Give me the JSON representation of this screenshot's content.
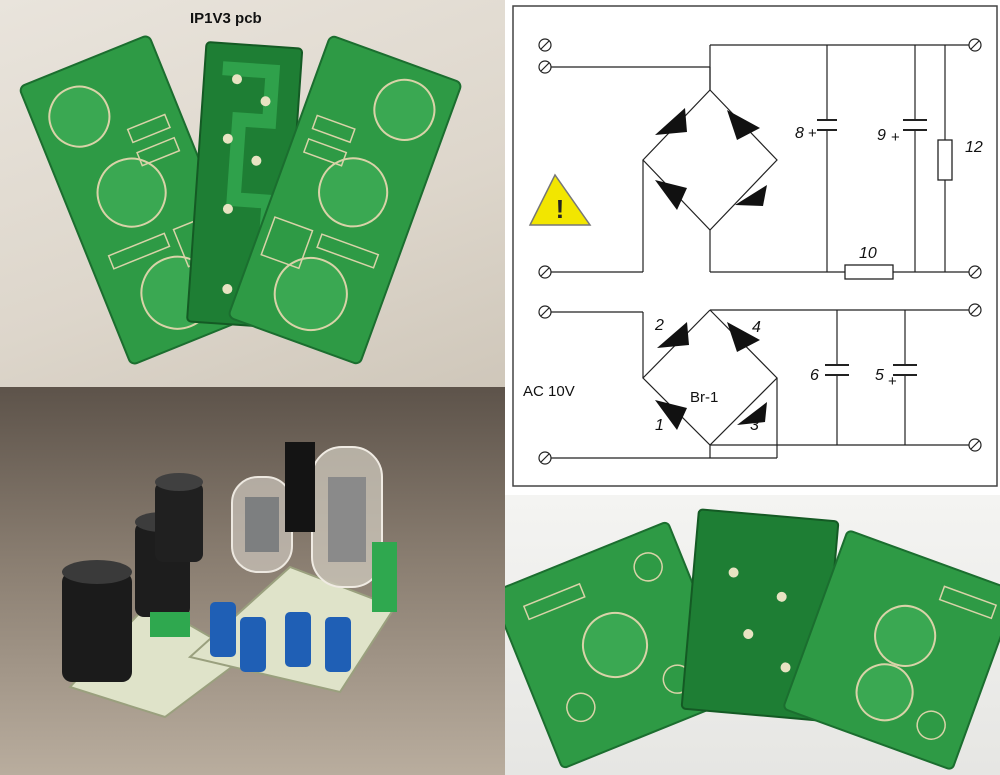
{
  "pcb_photo": {
    "title": "IP1V3 pcb"
  },
  "schematic": {
    "components": {
      "c8": "8",
      "c9": "9",
      "r12": "12",
      "r10": "10",
      "d2": "2",
      "d4": "4",
      "d1": "1",
      "d3": "3",
      "c6": "6",
      "c5": "5",
      "bridge": "Br-1",
      "ac_label": "AC 10V"
    },
    "warning_icon": "warning-triangle-icon",
    "warning_color": "#f2e600"
  },
  "colors": {
    "pcb_green": "#1f8a3a",
    "pcb_pad": "#d9d3a8",
    "schematic_line": "#222222"
  }
}
